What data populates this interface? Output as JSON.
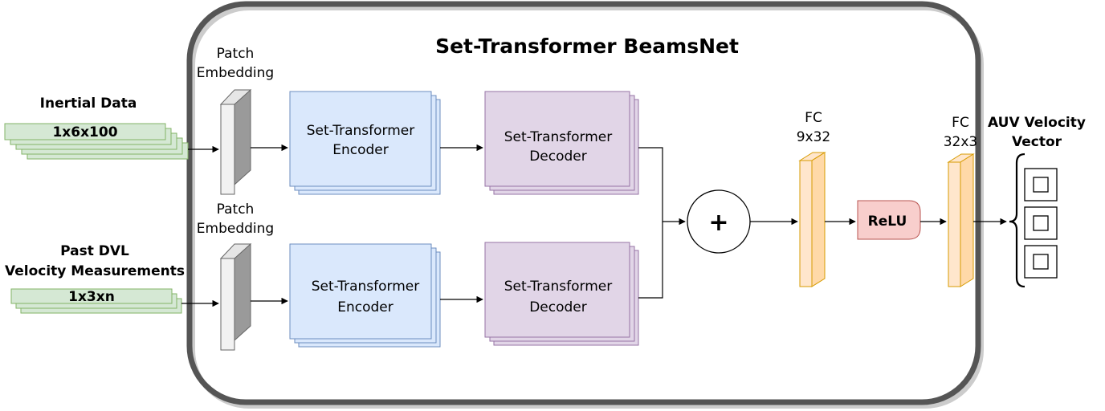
{
  "title": "Set-Transformer BeamsNet",
  "inputs": {
    "inertial": {
      "label": "Inertial Data",
      "dims": "1x6x100"
    },
    "dvl": {
      "label_line1": "Past DVL",
      "label_line2": "Velocity Measurements",
      "dims": "1x3xn"
    }
  },
  "patch_embedding": {
    "line1": "Patch",
    "line2": "Embedding"
  },
  "encoder": {
    "line1": "Set-Transformer",
    "line2": "Encoder"
  },
  "decoder": {
    "line1": "Set-Transformer",
    "line2": "Decoder"
  },
  "sum_symbol": "+",
  "fc1": {
    "line1": "FC",
    "line2": "9x32"
  },
  "relu": "ReLU",
  "fc2": {
    "line1": "FC",
    "line2": "32x3"
  },
  "output": {
    "line1": "AUV Velocity",
    "line2": "Vector"
  },
  "colors": {
    "frame": "#555555",
    "input_fill": "#d5e8d4",
    "input_stroke": "#82b366",
    "encoder_fill": "#dae8fc",
    "encoder_stroke": "#6c8ebf",
    "decoder_fill": "#e1d5e7",
    "decoder_stroke": "#9673a6",
    "fc_fill": "#ffe6cc",
    "fc_stroke": "#d79b00",
    "relu_fill": "#f8cecc",
    "relu_stroke": "#b85450",
    "patch_front": "#f2f2f2",
    "patch_side": "#9a9a9a"
  }
}
